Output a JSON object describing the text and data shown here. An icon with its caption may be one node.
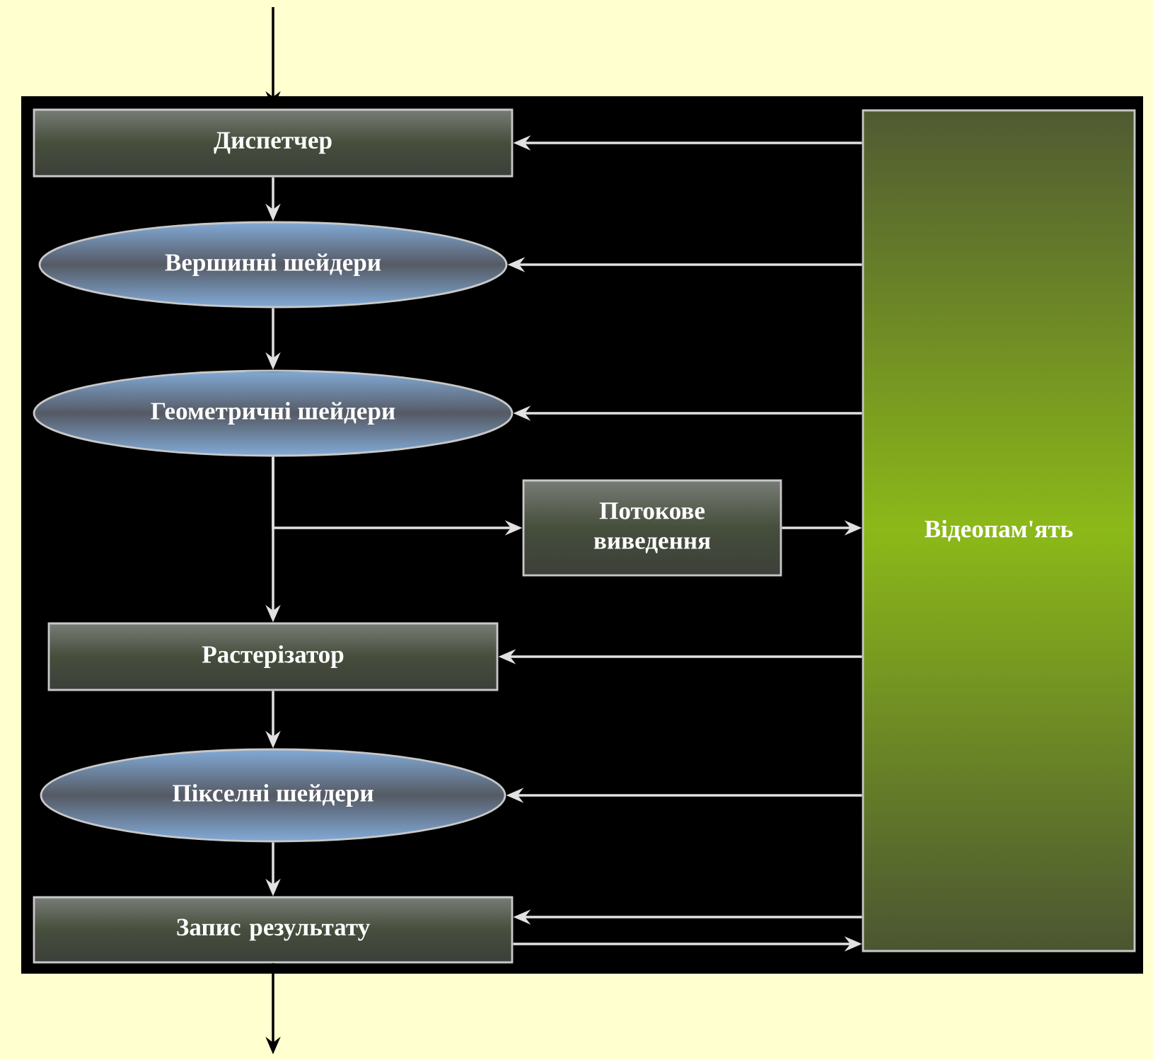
{
  "diagram": {
    "nodes": [
      {
        "text": [
          "Диспетчер"
        ]
      },
      {
        "text": [
          "Вершинні шейдери"
        ]
      },
      {
        "text": [
          "Геометричні шейдери"
        ]
      },
      {
        "text": [
          "Потокове виведення"
        ]
      },
      {
        "text": [
          "Растерізатор"
        ]
      },
      {
        "text": [
          "Пікселні шейдери"
        ]
      },
      {
        "text": [
          "Запис результату"
        ]
      },
      {
        "text": [
          "Відеопам'ять"
        ]
      }
    ],
    "edges": [
      {
        "from": null,
        "to": 0,
        "arrow": "to",
        "color": "#000000"
      },
      {
        "from": 0,
        "to": 1,
        "arrow": "to"
      },
      {
        "from": 1,
        "to": 2,
        "arrow": "to"
      },
      {
        "from": 2,
        "to": 3,
        "arrow": "to"
      },
      {
        "from": 2,
        "to": 4,
        "arrow": "to"
      },
      {
        "from": 3,
        "to": 7,
        "arrow": "to"
      },
      {
        "from": 7,
        "to": 0,
        "arrow": "to"
      },
      {
        "from": 7,
        "to": 1,
        "arrow": "to"
      },
      {
        "from": 7,
        "to": 2,
        "arrow": "to"
      },
      {
        "from": 7,
        "to": 4,
        "arrow": "to"
      },
      {
        "from": 7,
        "to": 5,
        "arrow": "to"
      },
      {
        "from": 7,
        "to": 6,
        "arrow": "to"
      },
      {
        "from": 6,
        "to": 7,
        "arrow": "to"
      },
      {
        "from": 6,
        "to": null,
        "arrow": "to",
        "color": "#000000"
      },
      {
        "from": 4,
        "to": 5,
        "arrow": "to"
      },
      {
        "from": 5,
        "to": 6,
        "arrow": "to"
      }
    ]
  }
}
